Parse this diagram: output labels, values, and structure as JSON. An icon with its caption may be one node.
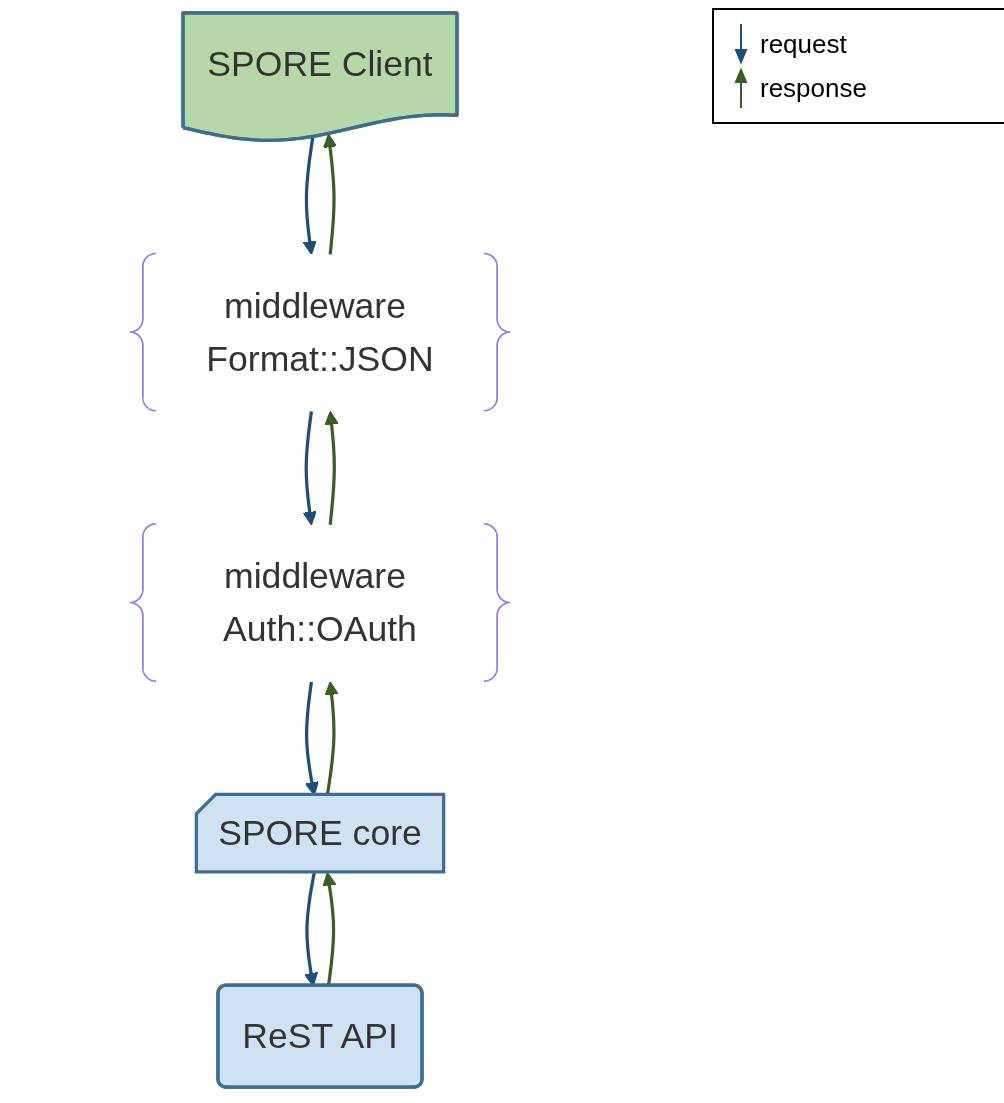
{
  "diagram": {
    "nodes": [
      {
        "text": [
          "SPORE Client"
        ]
      },
      {
        "text": [
          "middleware Format::JSON"
        ]
      },
      {
        "text": [
          "middleware Auth::OAuth"
        ]
      },
      {
        "text": [
          "SPORE core"
        ]
      },
      {
        "text": [
          "ReST API"
        ]
      }
    ],
    "edges": [
      {
        "from": 0,
        "to": 1,
        "arrow": "to",
        "color": "#1f4e79"
      },
      {
        "from": 1,
        "to": 2,
        "arrow": "to",
        "color": "#1f4e79"
      },
      {
        "from": 2,
        "to": 3,
        "arrow": "to",
        "color": "#1f4e79"
      },
      {
        "from": 3,
        "to": 4,
        "arrow": "to",
        "color": "#1f4e79"
      },
      {
        "from": 4,
        "to": 3,
        "arrow": "to",
        "color": "#38601f"
      },
      {
        "from": 3,
        "to": 2,
        "arrow": "to",
        "color": "#38601f"
      },
      {
        "from": 2,
        "to": 1,
        "arrow": "to",
        "color": "#38601f"
      },
      {
        "from": 1,
        "to": 0,
        "arrow": "to",
        "color": "#38601f"
      }
    ],
    "legend": [
      {
        "text": "request"
      },
      {
        "text": "response"
      }
    ]
  }
}
